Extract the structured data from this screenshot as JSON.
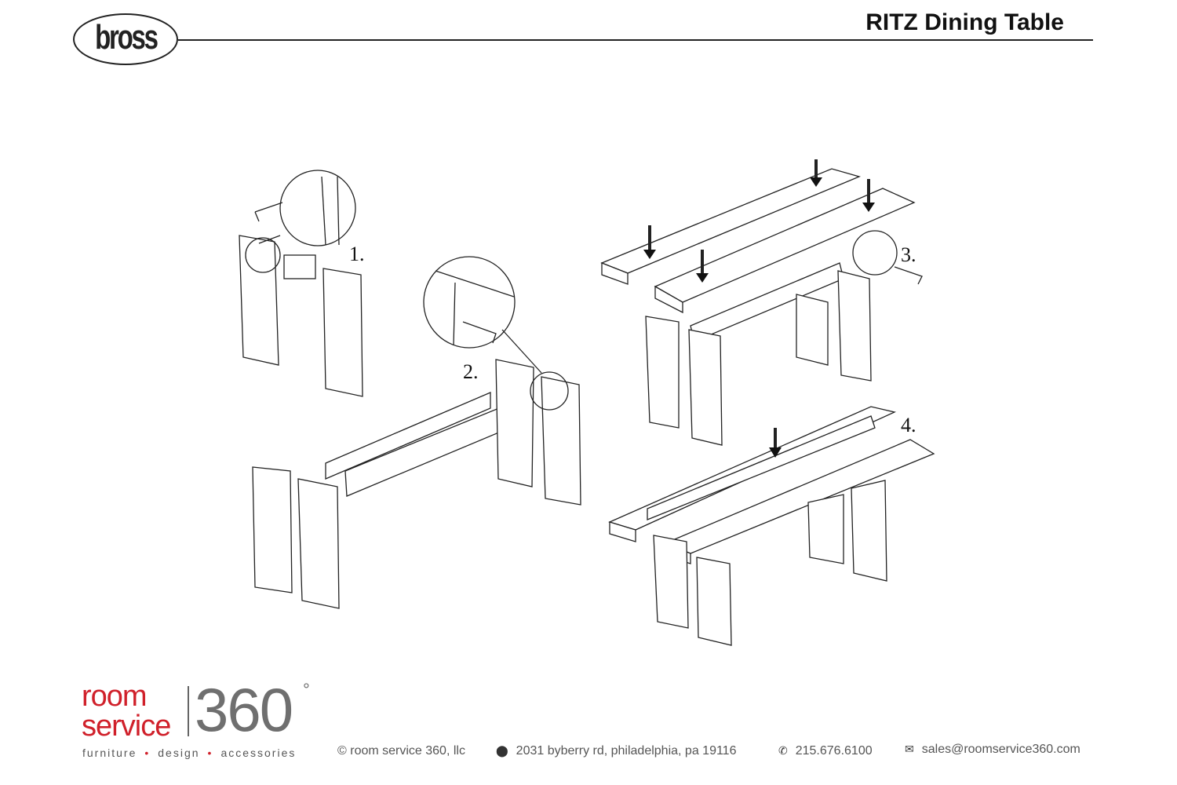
{
  "header": {
    "brand": "bross",
    "title": "RITZ Dining Table"
  },
  "steps": [
    "1.",
    "2.",
    "3.",
    "4."
  ],
  "footer": {
    "logo_line1": "room",
    "logo_line2": "service",
    "logo_number": "360",
    "logo_degree": "°",
    "tagline": [
      "furniture",
      "design",
      "accessories"
    ],
    "tagline_separator": "•",
    "copyright": "© room service 360, llc",
    "address": "2031 byberry rd, philadelphia, pa 19116",
    "phone": "215.676.6100",
    "email": "sales@roomservice360.com",
    "icons": {
      "address": "map-pin-icon",
      "phone": "phone-icon",
      "email": "envelope-icon"
    }
  }
}
